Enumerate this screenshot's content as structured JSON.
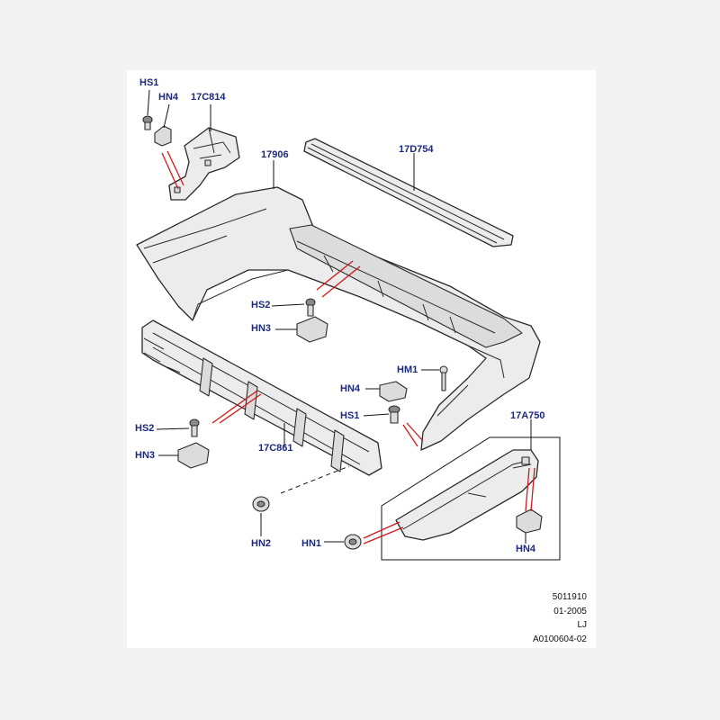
{
  "labels": {
    "hs1_top": "HS1",
    "hn4_top": "HN4",
    "p17c814": "17C814",
    "p17906": "17906",
    "p17d754": "17D754",
    "hs2_upper": "HS2",
    "hn3_upper": "HN3",
    "hm1": "HM1",
    "hn4_mid": "HN4",
    "hs1_mid": "HS1",
    "p17a750": "17A750",
    "hs2_lower": "HS2",
    "hn3_lower": "HN3",
    "p17c861": "17C861",
    "hn2": "HN2",
    "hn1": "HN1",
    "hn4_lower": "HN4"
  },
  "footer": {
    "line1": "5011910",
    "line2": "01-2005",
    "line3": "LJ",
    "line4": "A0100604-02"
  },
  "colors": {
    "label": "#1d2a7a",
    "pointer": "#d01818",
    "outline": "#2a2a2a"
  }
}
